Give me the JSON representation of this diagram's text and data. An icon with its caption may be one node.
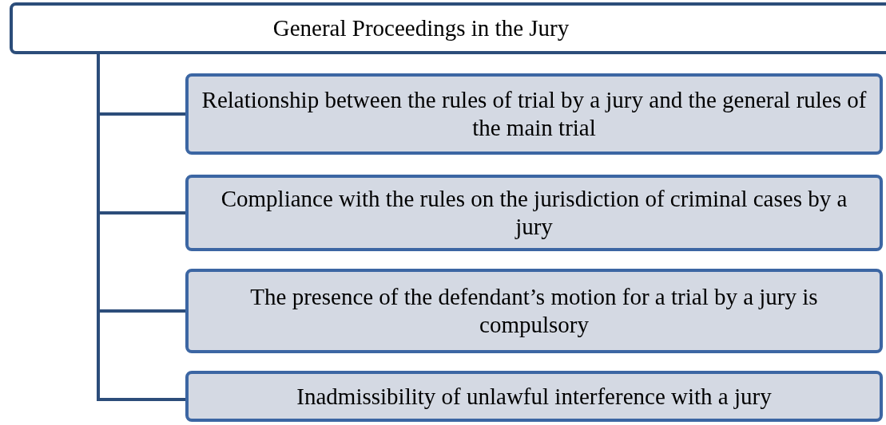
{
  "diagram": {
    "nodes": [
      {
        "text": [
          "General Proceedings in the Jury"
        ]
      },
      {
        "text": [
          "Relationship between the rules of trial by a jury and the general rules of the main trial"
        ]
      },
      {
        "text": [
          "Compliance with the rules on the jurisdiction of criminal cases by a jury"
        ]
      },
      {
        "text": [
          "The presence of the defendant’s motion for a trial by a jury is compulsory"
        ]
      },
      {
        "text": [
          "Inadmissibility of unlawful interference with a jury"
        ]
      }
    ],
    "edges": [
      {
        "from": 0,
        "to": 1,
        "arrow": "none"
      },
      {
        "from": 0,
        "to": 2,
        "arrow": "none"
      },
      {
        "from": 0,
        "to": 3,
        "arrow": "none"
      },
      {
        "from": 0,
        "to": 4,
        "arrow": "none"
      }
    ]
  }
}
